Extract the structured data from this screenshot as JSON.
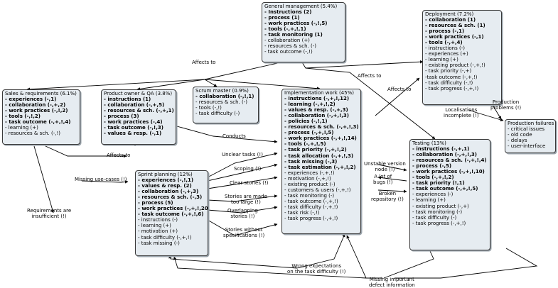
{
  "boxes": {
    "general_management": {
      "title": "General management (5.4%)",
      "lines": [
        {
          "t": "- Instructions (2)",
          "b": true
        },
        {
          "t": "- process (1)",
          "b": true
        },
        {
          "t": "- work practices (-,!,5)",
          "b": true
        },
        {
          "t": "- tools (-,+,!,1)",
          "b": true
        },
        {
          "t": "- task monitoring (1)",
          "b": true
        },
        {
          "t": "- collaboration (+)",
          "b": false
        },
        {
          "t": "- resources & sch. (-)",
          "b": false
        },
        {
          "t": "- task outcome (-,!)",
          "b": false
        }
      ]
    },
    "deployment": {
      "title": "Deployment (7.2%)",
      "lines": [
        {
          "t": "- collaboration (1)",
          "b": true
        },
        {
          "t": "- resources & sch. (1)",
          "b": true
        },
        {
          "t": "- process (-,1)",
          "b": true
        },
        {
          "t": "- work practices (-,1)",
          "b": true
        },
        {
          "t": "- tools (-,+,4)",
          "b": true
        },
        {
          "t": "- instructions (-)",
          "b": false
        },
        {
          "t": "- experiences (+)",
          "b": false
        },
        {
          "t": "- learning (+)",
          "b": false
        },
        {
          "t": "- existing product (-,+,!)",
          "b": false
        },
        {
          "t": "- task priority (-,+)",
          "b": false
        },
        {
          "t": "-task outcome (-,+,!)",
          "b": false
        },
        {
          "t": "- task difficulty (-,!)",
          "b": false
        },
        {
          "t": "- task progress (-,+,!)",
          "b": false
        }
      ]
    },
    "sales": {
      "title": "Sales & requirements (6.1%)",
      "lines": [
        {
          "t": "- experiences (-,1)",
          "b": true
        },
        {
          "t": "- collaboration (-,+,2)",
          "b": true
        },
        {
          "t": "- work practices (-,!,2)",
          "b": true
        },
        {
          "t": "- tools (-,!,2)",
          "b": true
        },
        {
          "t": "- task outcome (-,+,!,4)",
          "b": true
        },
        {
          "t": "- learning (+)",
          "b": false
        },
        {
          "t": "- resources & sch. (-,!)",
          "b": false
        }
      ]
    },
    "product_owner": {
      "title": "Product owner & QA (3.8%)",
      "lines": [
        {
          "t": "- instructions (1)",
          "b": true
        },
        {
          "t": "- collaboration (-,+,5)",
          "b": true
        },
        {
          "t": "- resources & sch. (-,+,1)",
          "b": true
        },
        {
          "t": "- process (3)",
          "b": true
        },
        {
          "t": "- work practices (-,4)",
          "b": true
        },
        {
          "t": "- task outcome (-,!,3)",
          "b": true
        },
        {
          "t": "- values & resp. (-,1)",
          "b": true
        }
      ]
    },
    "scrum_master": {
      "title": "Scrum master (0.9%)",
      "lines": [
        {
          "t": "- collaboration (-,!,1)",
          "b": true
        },
        {
          "t": "- resources & sch. (-)",
          "b": false
        },
        {
          "t": "- tools (-,!)",
          "b": false
        },
        {
          "t": "- task difficulty (-)",
          "b": false
        }
      ]
    },
    "implementation": {
      "title": "Implementation work (45%)",
      "lines": [
        {
          "t": "- instructions (-,+,!,12)",
          "b": true
        },
        {
          "t": "- learning (-,+,!,2)",
          "b": true
        },
        {
          "t": "- values & resp. (-,+,3)",
          "b": true
        },
        {
          "t": "- collaboration (-,+,!,3)",
          "b": true
        },
        {
          "t": "- policies (-,!,1)",
          "b": true
        },
        {
          "t": "- resources & sch. (-,+,!,3)",
          "b": true
        },
        {
          "t": "- process (-,+,!,5)",
          "b": true
        },
        {
          "t": "- work practices (-,+,!,14)",
          "b": true
        },
        {
          "t": "- tools (-,+,!,5)",
          "b": true
        },
        {
          "t": "- task priority (-,+,!,2)",
          "b": true
        },
        {
          "t": "- task allocation (-,+,!,3)",
          "b": true
        },
        {
          "t": "- task missing (-,3)",
          "b": true
        },
        {
          "t": "- task estimation (-,+,!,2)",
          "b": true
        },
        {
          "t": "- experiences (-,+,!)",
          "b": false
        },
        {
          "t": "- motivation (-,+,!)",
          "b": false
        },
        {
          "t": "- existing product (-)",
          "b": false
        },
        {
          "t": "- customers & users (-,+,!)",
          "b": false
        },
        {
          "t": "- task monitoring (-)",
          "b": false
        },
        {
          "t": "- task outcome (-,+,!)",
          "b": false
        },
        {
          "t": "- task difficulty (-,+,!)",
          "b": false
        },
        {
          "t": "- task risk (-,!)",
          "b": false
        },
        {
          "t": "- task progress (-,+,!)",
          "b": false
        }
      ]
    },
    "testing": {
      "title": "Testing (13%)",
      "lines": [
        {
          "t": "- instructions (-,+,1)",
          "b": true
        },
        {
          "t": "- collaboration (-,+,!,3)",
          "b": true
        },
        {
          "t": "- resources & sch. (-,+,!,4)",
          "b": true
        },
        {
          "t": "- process (-,5)",
          "b": true
        },
        {
          "t": "- work practices (-,+,!,10)",
          "b": true
        },
        {
          "t": "- tools (-,+,!,2)",
          "b": true
        },
        {
          "t": "- task priority (!,1)",
          "b": true
        },
        {
          "t": "- task outcome (-,+,!,5)",
          "b": true
        },
        {
          "t": "- experiences (-)",
          "b": false
        },
        {
          "t": "- learning (+)",
          "b": false
        },
        {
          "t": "- existing product (-,+)",
          "b": false
        },
        {
          "t": "- task monitoring (-)",
          "b": false
        },
        {
          "t": "- task difficulty (-)",
          "b": false
        },
        {
          "t": "- task progress (-,+,!)",
          "b": false
        }
      ]
    },
    "sprint_planning": {
      "title": "Sprint planning (12%)",
      "lines": [
        {
          "t": "- experiences (-,!,1)",
          "b": true
        },
        {
          "t": "- values & resp. (2)",
          "b": true
        },
        {
          "t": "- collaboration (-,+,3)",
          "b": true
        },
        {
          "t": "- resources & sch. (-,3)",
          "b": true
        },
        {
          "t": "- process (5)",
          "b": true
        },
        {
          "t": "- work practices (-,+,!,20)",
          "b": true
        },
        {
          "t": "- task outcome (-,+,!,6)",
          "b": true
        },
        {
          "t": "- instructions (-)",
          "b": false
        },
        {
          "t": "- learning (+)",
          "b": false
        },
        {
          "t": "- motivation (+)",
          "b": false
        },
        {
          "t": "- task difficulty (-,+,!)",
          "b": false
        },
        {
          "t": "- task missing (-)",
          "b": false
        }
      ]
    },
    "production_failures": {
      "title": "Production failures",
      "lines": [
        {
          "t": "- critical issues",
          "b": false
        },
        {
          "t": "- old code",
          "b": false
        },
        {
          "t": "- delays",
          "b": false
        },
        {
          "t": "- user-interface",
          "b": false
        }
      ]
    }
  },
  "labels": {
    "affects_to_top": "Affects to",
    "affects_to_right": "Affects to",
    "affects_to_mid": "Affects to",
    "affects_to_sales": "Affects to",
    "conducts": "Conducts",
    "unclear_tasks": "Unclear tasks (!)",
    "scoping": "Scoping (!)",
    "clear_stories": "Clear stories (!)",
    "stories_large": [
      "Stories are made",
      "too large (!)"
    ],
    "overlapping": [
      "Overlapping",
      "stories (!)"
    ],
    "stories_without": [
      "Stories without",
      "specifications (!)"
    ],
    "missing_use_cases": "Missing use-cases (!)",
    "requirements_insufficient": [
      "Requirements are",
      "insufficient (!)"
    ],
    "unstable_version": [
      "Unstable version",
      "node (!)"
    ],
    "lot_of_bugs": [
      "A lot of",
      "bugs (!)"
    ],
    "broken_repo": [
      "Broken",
      "repository (!)"
    ],
    "localisations": [
      "Localisations",
      "incomplete (!)"
    ],
    "production_problems": [
      "Production",
      "problems (!)"
    ],
    "wrong_expectations": [
      "Wrong expectations",
      "on the task difficulty (!)"
    ],
    "missing_defect": [
      "Missing important",
      "defect information"
    ]
  }
}
